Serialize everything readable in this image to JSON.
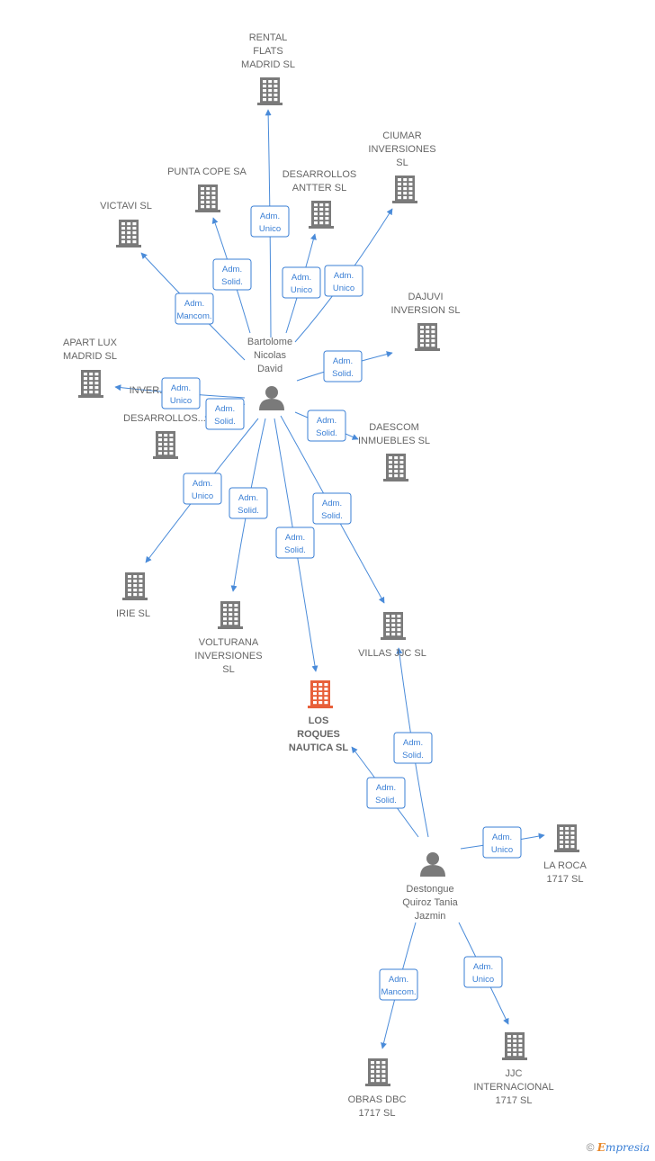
{
  "colors": {
    "accent": "#3a7fd5",
    "building": "#7a7a7a",
    "focus_building": "#e8603a",
    "person": "#7a7a7a"
  },
  "companies": [
    {
      "id": "rental",
      "lines": [
        "RENTAL",
        "FLATS",
        "MADRID SL"
      ],
      "focus": false
    },
    {
      "id": "ciumar",
      "lines": [
        "CIUMAR",
        "INVERSIONES",
        "SL"
      ],
      "focus": false
    },
    {
      "id": "puntacope",
      "lines": [
        "PUNTA COPE SA"
      ],
      "focus": false
    },
    {
      "id": "desantter",
      "lines": [
        "DESARROLLOS",
        "ANTTER SL"
      ],
      "focus": false
    },
    {
      "id": "victavi",
      "lines": [
        "VICTAVI  SL"
      ],
      "focus": false
    },
    {
      "id": "dajuvi",
      "lines": [
        "DAJUVI",
        "INVERSION  SL"
      ],
      "focus": false
    },
    {
      "id": "apartlux",
      "lines": [
        "APART LUX",
        "MADRID SL"
      ],
      "focus": false
    },
    {
      "id": "inver",
      "lines": [
        "INVER..."
      ],
      "focus": false
    },
    {
      "id": "desarrollos2",
      "lines": [
        "DESARROLLOS..."
      ],
      "focus": false
    },
    {
      "id": "daescom",
      "lines": [
        "DAESCOM",
        "INMUEBLES  SL"
      ],
      "focus": false
    },
    {
      "id": "irie",
      "lines": [
        "IRIE  SL"
      ],
      "focus": false
    },
    {
      "id": "volturana",
      "lines": [
        "VOLTURANA",
        "INVERSIONES",
        "SL"
      ],
      "focus": false
    },
    {
      "id": "villas",
      "lines": [
        "VILLAS JJC  SL"
      ],
      "focus": false
    },
    {
      "id": "losroques",
      "lines": [
        "LOS",
        "ROQUES",
        "NAUTICA  SL"
      ],
      "focus": true
    },
    {
      "id": "laroca",
      "lines": [
        "LA ROCA",
        "1717  SL"
      ],
      "focus": false
    },
    {
      "id": "obras",
      "lines": [
        "OBRAS DBC",
        "1717  SL"
      ],
      "focus": false
    },
    {
      "id": "jjc",
      "lines": [
        "JJC",
        "INTERNACIONAL",
        "1717  SL"
      ],
      "focus": false
    }
  ],
  "persons": [
    {
      "id": "bartolome",
      "lines": [
        "Bartolome",
        "Nicolas",
        "David"
      ]
    },
    {
      "id": "destongue",
      "lines": [
        "Destongue",
        "Quiroz Tania",
        "Jazmin"
      ]
    }
  ],
  "relations": [
    {
      "from": "bartolome",
      "to": "rental",
      "lines": [
        "Adm.",
        "Unico"
      ]
    },
    {
      "from": "bartolome",
      "to": "puntacope",
      "lines": [
        "Adm.",
        "Solid."
      ]
    },
    {
      "from": "bartolome",
      "to": "desantter",
      "lines": [
        "Adm.",
        "Unico"
      ]
    },
    {
      "from": "bartolome",
      "to": "ciumar",
      "lines": [
        "Adm.",
        "Unico"
      ]
    },
    {
      "from": "bartolome",
      "to": "victavi",
      "lines": [
        "Adm.",
        "Mancom."
      ]
    },
    {
      "from": "bartolome",
      "to": "dajuvi",
      "lines": [
        "Adm.",
        "Solid."
      ]
    },
    {
      "from": "bartolome",
      "to": "apartlux",
      "lines": [
        "Adm.",
        "Unico"
      ]
    },
    {
      "from": "bartolome",
      "to": "desarrollos2",
      "lines": [
        "Adm.",
        "Solid."
      ]
    },
    {
      "from": "bartolome",
      "to": "daescom",
      "lines": [
        "Adm.",
        "Solid."
      ]
    },
    {
      "from": "bartolome",
      "to": "irie",
      "lines": [
        "Adm.",
        "Unico"
      ]
    },
    {
      "from": "bartolome",
      "to": "volturana",
      "lines": [
        "Adm.",
        "Solid."
      ]
    },
    {
      "from": "bartolome",
      "to": "losroques",
      "lines": [
        "Adm.",
        "Solid."
      ]
    },
    {
      "from": "bartolome",
      "to": "villas",
      "lines": [
        "Adm.",
        "Solid."
      ]
    },
    {
      "from": "destongue",
      "to": "villas",
      "lines": [
        "Adm.",
        "Solid."
      ]
    },
    {
      "from": "destongue",
      "to": "losroques",
      "lines": [
        "Adm.",
        "Solid."
      ]
    },
    {
      "from": "destongue",
      "to": "laroca",
      "lines": [
        "Adm.",
        "Unico"
      ]
    },
    {
      "from": "destongue",
      "to": "obras",
      "lines": [
        "Adm.",
        "Mancom."
      ]
    },
    {
      "from": "destongue",
      "to": "jjc",
      "lines": [
        "Adm.",
        "Unico"
      ]
    }
  ],
  "footer": {
    "copyright": "©",
    "brand_first": "E",
    "brand_rest": "mpresia"
  }
}
